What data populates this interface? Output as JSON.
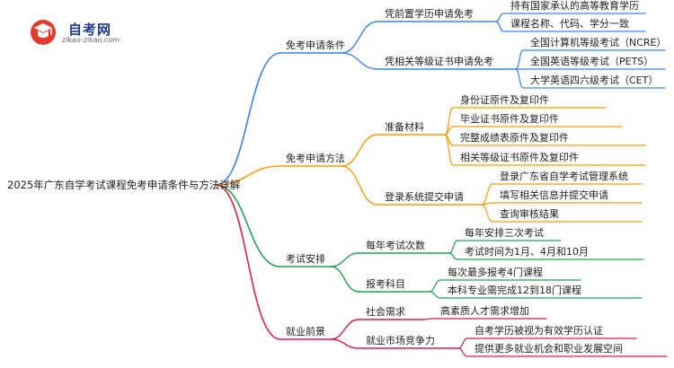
{
  "logo": {
    "title": "自考网",
    "url": "zikao-zikao.com"
  },
  "root": "2025年广东自学考试课程免考申请条件与方法详解",
  "branches": [
    {
      "label": "免考申请条件",
      "color": "#3b82f6",
      "children": [
        {
          "label": "凭前置学历申请免考",
          "children": [
            "持有国家承认的高等教育学历",
            "课程名称、代码、学分一致"
          ]
        },
        {
          "label": "凭相关等级证书申请免考",
          "children": [
            "全国计算机等级考试（NCRE）",
            "全国英语等级考试（PETS）",
            "大学英语四六级考试（CET）"
          ]
        }
      ]
    },
    {
      "label": "免考申请方法",
      "color": "#f59e0b",
      "children": [
        {
          "label": "准备材料",
          "children": [
            "身份证原件及复印件",
            "毕业证书原件及复印件",
            "完整成绩表原件及复印件",
            "相关等级证书原件及复印件"
          ]
        },
        {
          "label": "登录系统提交申请",
          "children": [
            "登录广东省自学考试管理系统",
            "填写相关信息并提交申请",
            "查询审核结果"
          ]
        }
      ]
    },
    {
      "label": "考试安排",
      "color": "#22a355",
      "children": [
        {
          "label": "每年考试次数",
          "children": [
            "每年安排三次考试",
            "考试时间为1月、4月和10月"
          ]
        },
        {
          "label": "报考科目",
          "children": [
            "每次最多报考4门课程",
            "本科专业需完成12到18门课程"
          ]
        }
      ]
    },
    {
      "label": "就业前景",
      "color": "#e11d48",
      "children": [
        {
          "label": "社会需求",
          "children": [
            "高素质人才需求增加"
          ]
        },
        {
          "label": "就业市场竞争力",
          "children": [
            "自考学历被视为有效学历认证",
            "提供更多就业机会和职业发展空间"
          ]
        }
      ]
    }
  ]
}
